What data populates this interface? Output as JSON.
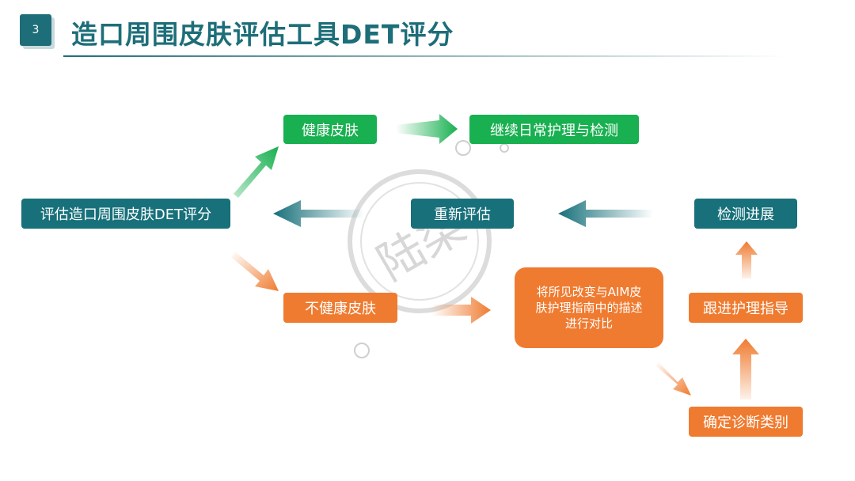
{
  "header": {
    "slide_number": "3",
    "title": "造口周围皮肤评估工具DET评分"
  },
  "nodes": {
    "assess": "评估造口周围皮肤DET评分",
    "healthy": "健康皮肤",
    "continue": "继续日常护理与检测",
    "reassess": "重新评估",
    "monitor": "检测进展",
    "unhealthy": "不健康皮肤",
    "compare_line1": "将所见改变与AIM皮",
    "compare_line2": "肤护理指南中的描述",
    "compare_line3": "进行对比",
    "follow": "跟进护理指导",
    "diagnose": "确定诊断类别"
  },
  "watermark": "陆柒",
  "colors": {
    "teal": "#17707a",
    "green": "#18b050",
    "orange": "#ef7b30"
  }
}
